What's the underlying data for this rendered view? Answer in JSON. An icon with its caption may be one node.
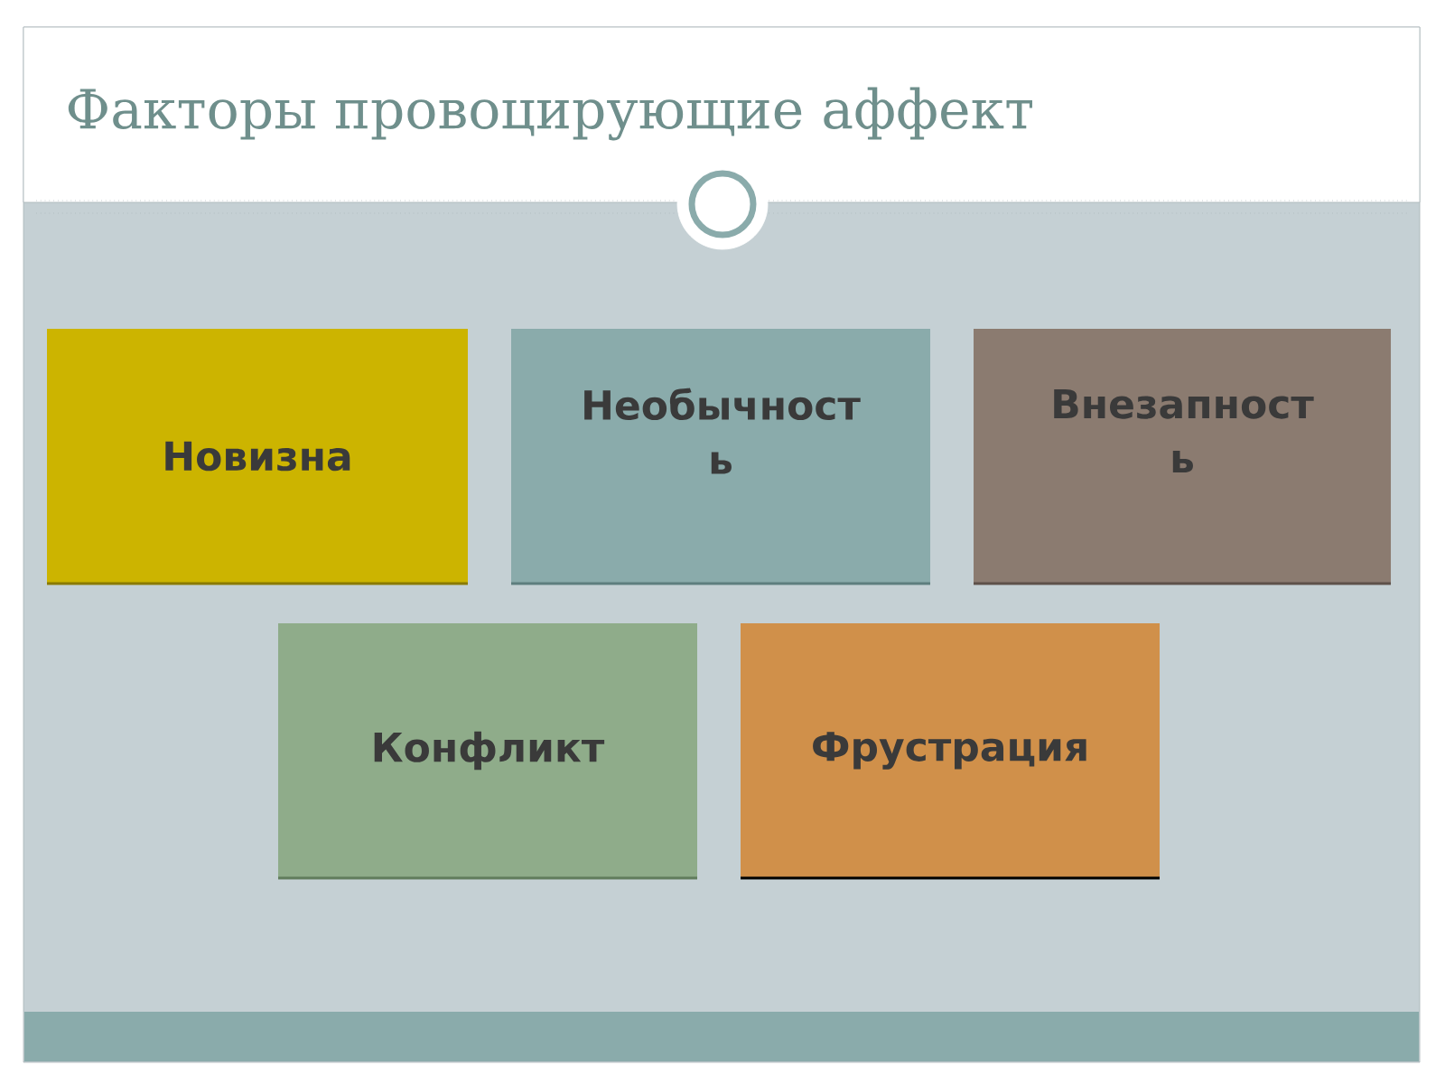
{
  "diagram": {
    "title": "Факторы провоцирующие аффект",
    "nodes": [
      {
        "text": [
          "Новизна"
        ]
      },
      {
        "text": [
          "Необычност ь"
        ]
      },
      {
        "text": [
          "Внезапност ь"
        ]
      },
      {
        "text": [
          "Конфликт"
        ]
      },
      {
        "text": [
          "Фрустрация"
        ]
      }
    ]
  }
}
